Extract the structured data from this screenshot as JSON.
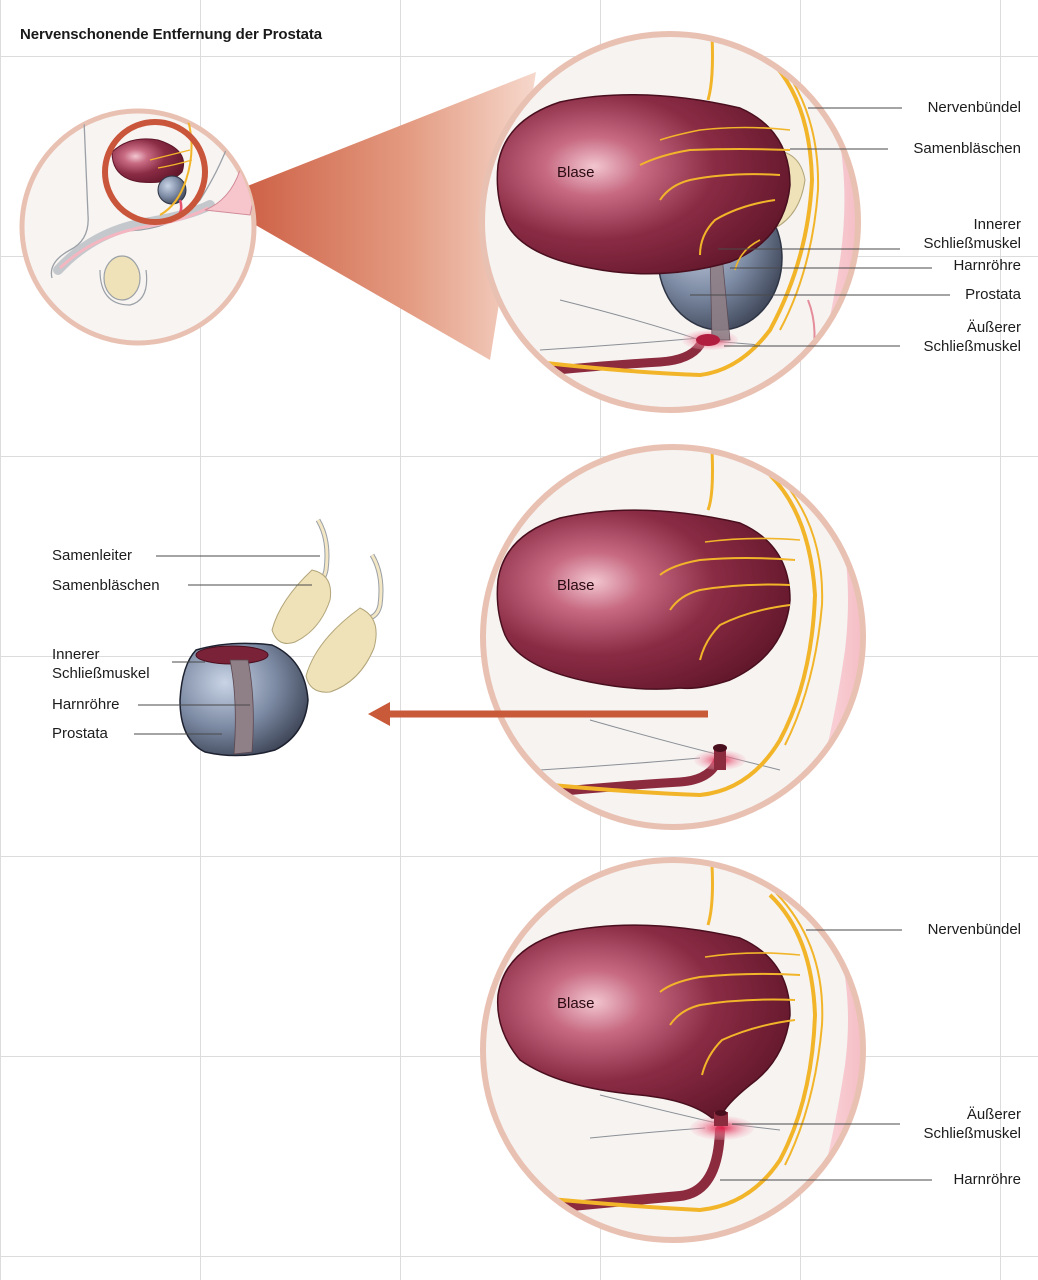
{
  "title": "Nervenschonende Entfernung der Prostata",
  "colors": {
    "bladder": "#7a2238",
    "prostate": "#5f6a80",
    "nerve": "#f2b52a",
    "seminal": "#efe2b8",
    "circle": "#e9c1b3",
    "arrow": "#c85a3a",
    "urethra": "#8c2a3e",
    "sphincter": "#e8506e"
  },
  "panel1": {
    "blase": "Blase",
    "labels": {
      "nervenbuendel": "Nervenbündel",
      "samenblaeschen": "Samenbläschen",
      "innerer_1": "Innerer",
      "innerer_2": "Schließmuskel",
      "harnroehre": "Harnröhre",
      "prostata": "Prostata",
      "aeusserer_1": "Äußerer",
      "aeusserer_2": "Schließmuskel"
    }
  },
  "panel2": {
    "blase": "Blase",
    "labels": {
      "samenleiter": "Samenleiter",
      "samenblaeschen": "Samenbläschen",
      "innerer_1": "Innerer",
      "innerer_2": "Schließmuskel",
      "harnroehre": "Harnröhre",
      "prostata": "Prostata"
    }
  },
  "panel3": {
    "blase": "Blase",
    "labels": {
      "nervenbuendel": "Nervenbündel",
      "aeusserer_1": "Äußerer",
      "aeusserer_2": "Schließmuskel",
      "harnroehre": "Harnröhre"
    }
  }
}
